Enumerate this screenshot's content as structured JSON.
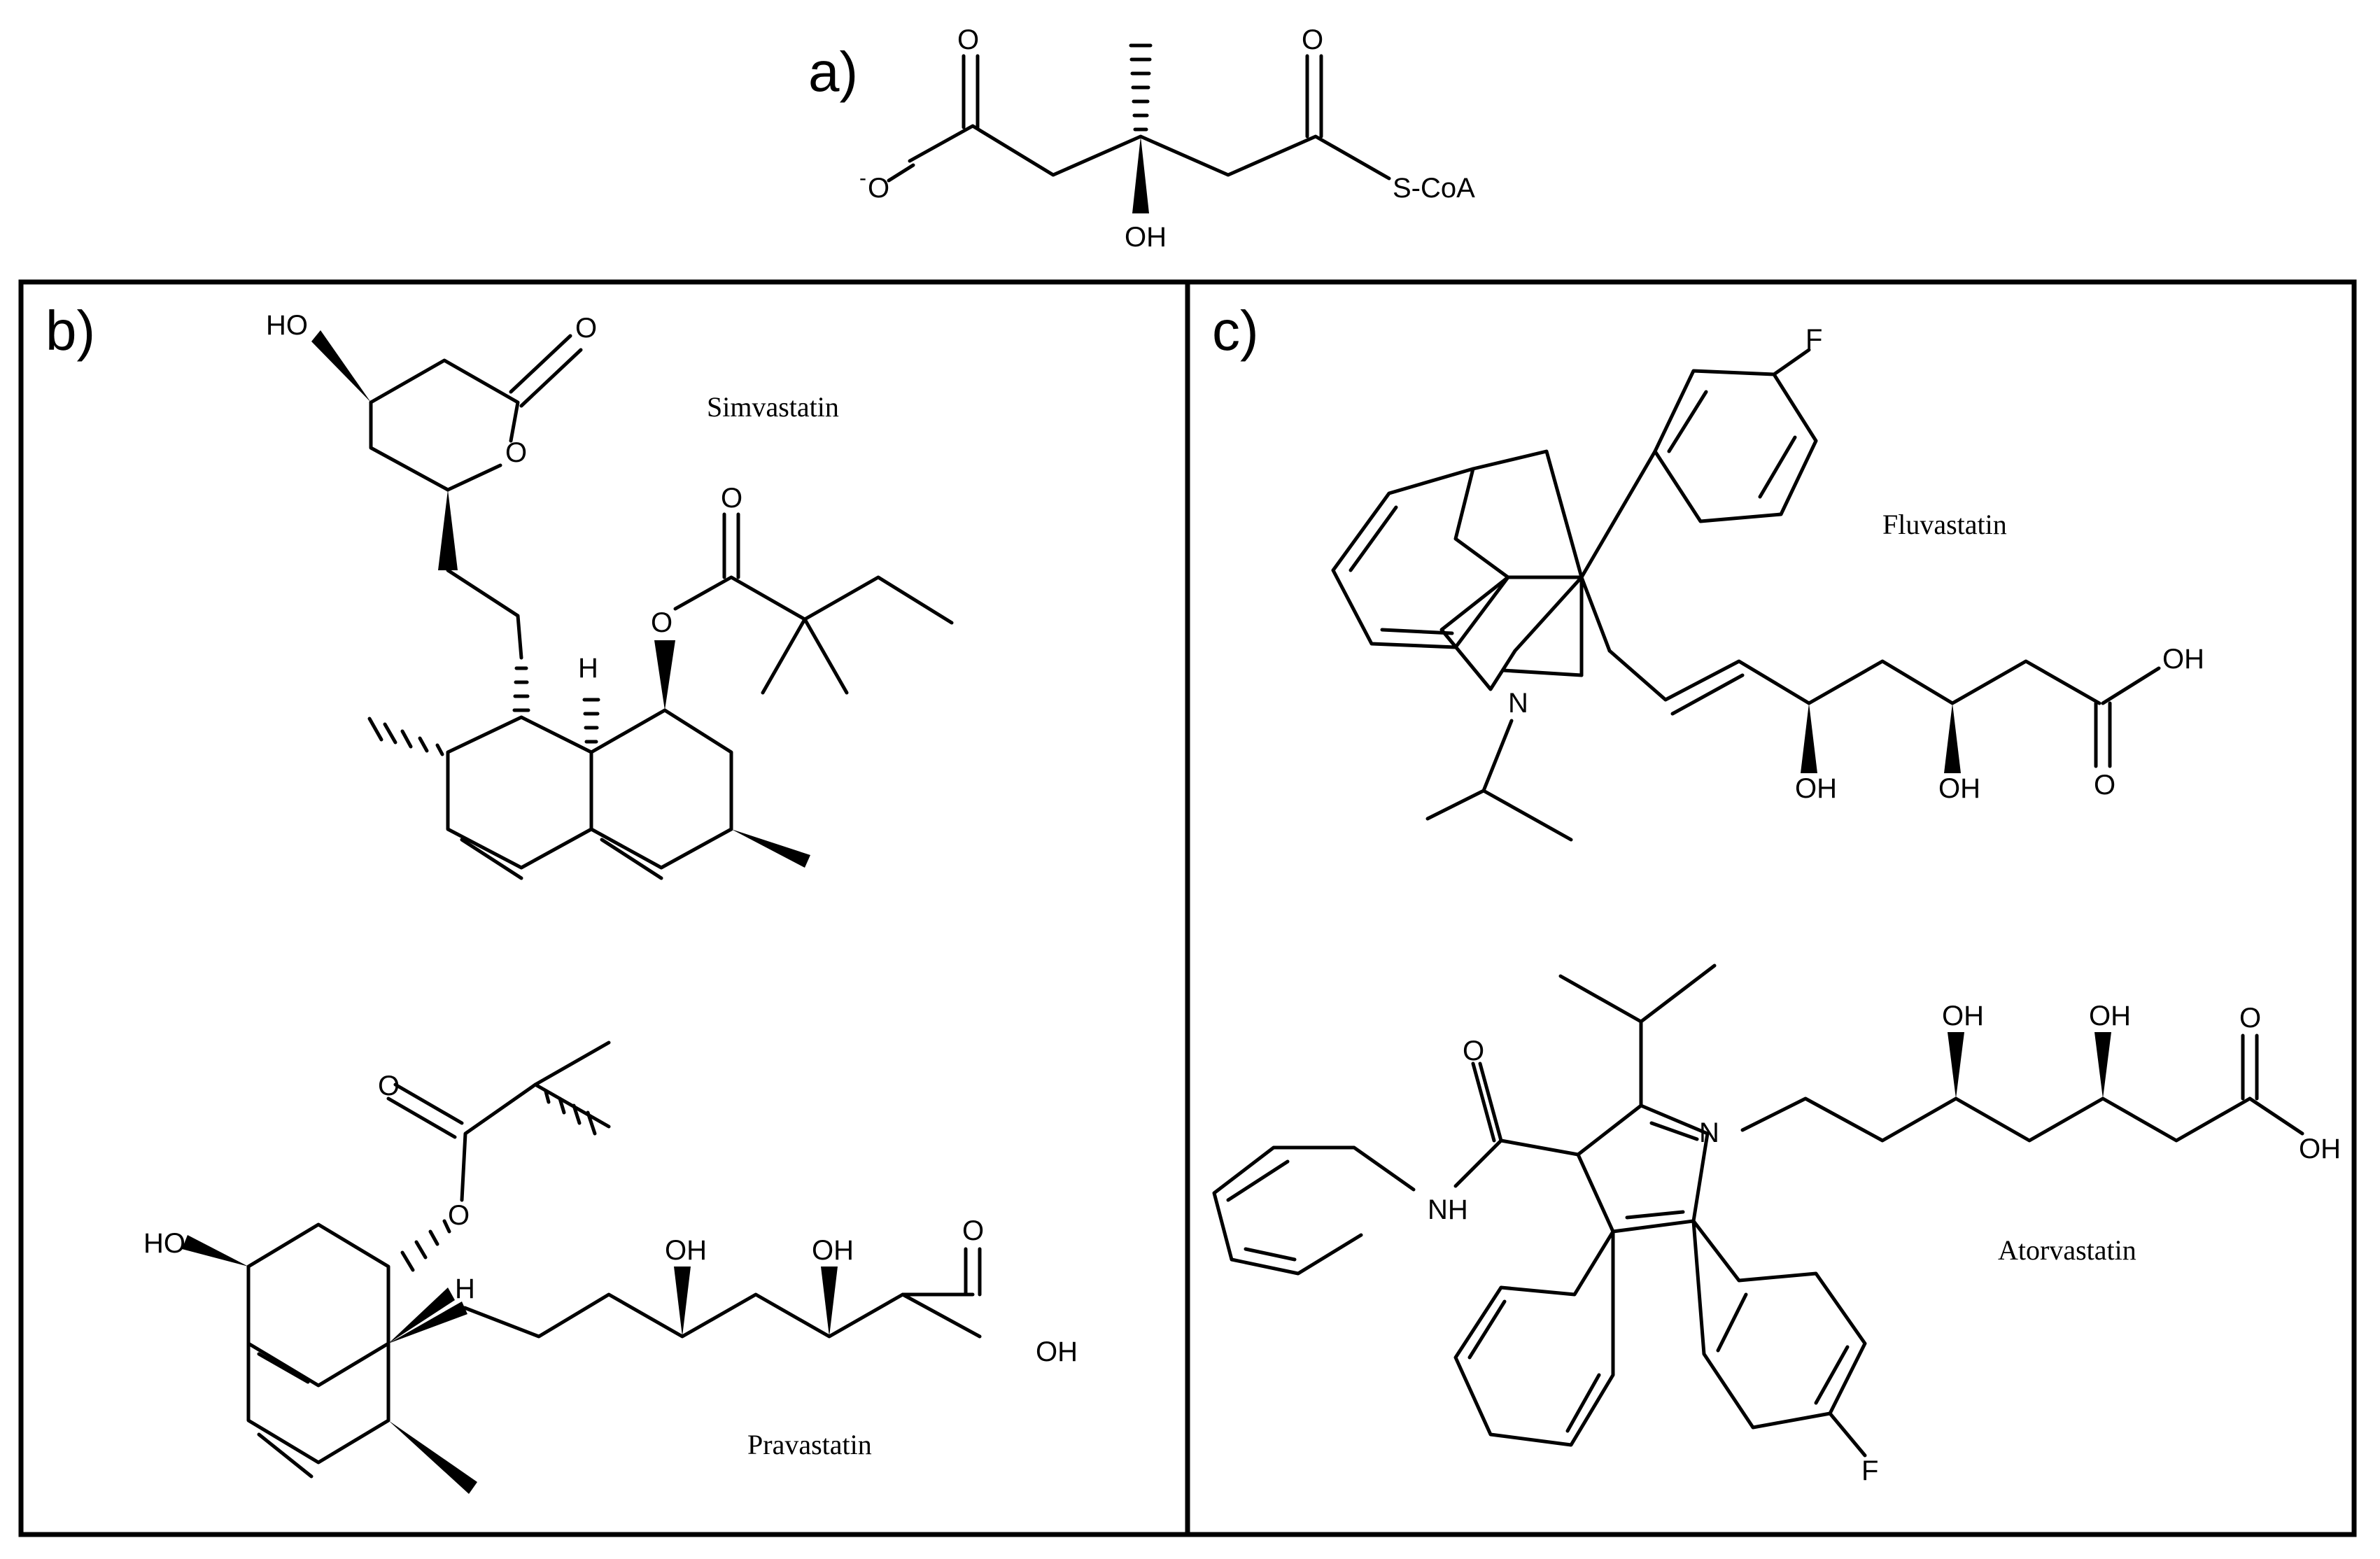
{
  "panels": {
    "a": {
      "label": "a)",
      "atoms": {
        "o_top1": "O",
        "o_top2": "O",
        "o_minus": "O",
        "charge": "-",
        "oh": "OH",
        "scoa": "S-CoA"
      }
    },
    "b": {
      "label": "b)"
    },
    "c": {
      "label": "c)"
    }
  },
  "molecules": {
    "simvastatin": {
      "name": "Simvastatin",
      "atoms": {
        "ho": "HO",
        "o_lactone_carbonyl": "O",
        "o_ring": "O",
        "o_ester_carbonyl": "O",
        "o_ester": "O",
        "h": "H"
      }
    },
    "pravastatin": {
      "name": "Pravastatin",
      "atoms": {
        "o_carbonyl": "O",
        "o_ester": "O",
        "ho": "HO",
        "h": "H",
        "oh1": "OH",
        "oh2": "OH",
        "o_acid": "O",
        "oh_acid": "OH"
      }
    },
    "fluvastatin": {
      "name": "Fluvastatin",
      "atoms": {
        "f": "F",
        "n": "N",
        "oh1": "OH",
        "oh2": "OH",
        "oh_acid": "OH",
        "o_acid": "O"
      }
    },
    "atorvastatin": {
      "name": "Atorvastatin",
      "atoms": {
        "o_amide": "O",
        "nh": "NH",
        "n": "N",
        "oh1": "OH",
        "oh2": "OH",
        "o_acid": "O",
        "oh_acid": "OH",
        "f": "F"
      }
    }
  }
}
